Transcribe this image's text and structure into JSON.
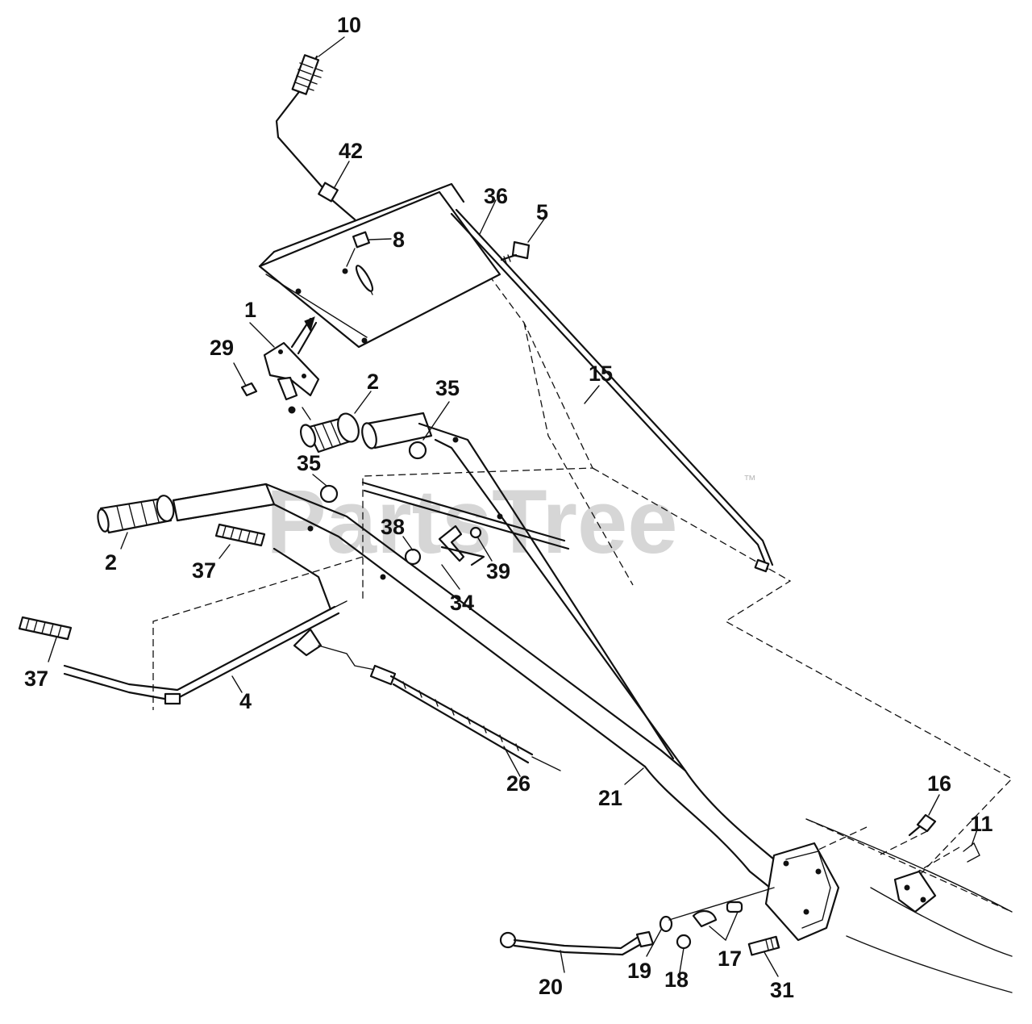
{
  "watermark": {
    "text": "PartsTree",
    "mark": "™"
  },
  "callouts": {
    "p10": "10",
    "p42": "42",
    "p36": "36",
    "p5": "5",
    "p8": "8",
    "p1": "1",
    "p29": "29",
    "p15": "15",
    "p2_top": "2",
    "p35_top": "35",
    "p35_left": "35",
    "p2_left": "2",
    "p37_mid": "37",
    "p38": "38",
    "p39": "39",
    "p34": "34",
    "p37_left": "37",
    "p4": "4",
    "p26": "26",
    "p21": "21",
    "p16": "16",
    "p11": "11",
    "p17": "17",
    "p20": "20",
    "p19": "19",
    "p18": "18",
    "p31": "31"
  }
}
